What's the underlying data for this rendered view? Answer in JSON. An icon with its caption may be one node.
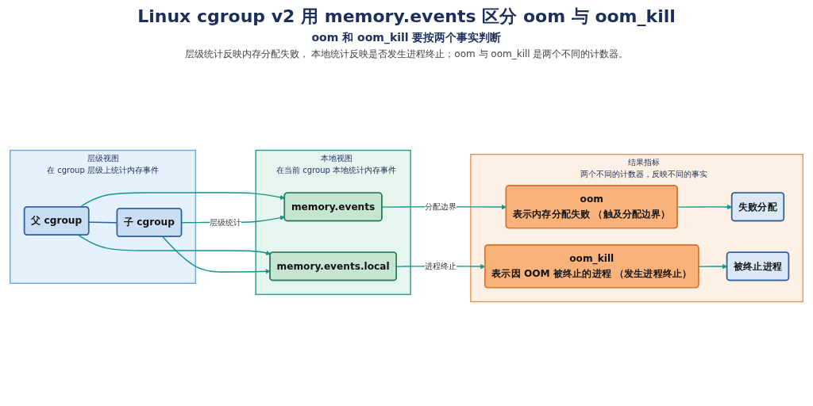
{
  "diagram": {
    "title": "Linux cgroup v2 用 memory.events 区分 oom 与 oom_kill",
    "labels": [
      "oom 和 oom_kill 要按两个事实判断",
      "层级统计反映内存分配失败， 本地统计反映是否发生进程终止；oom 与 oom_kill 是两个不同的计数器。"
    ],
    "nodes": [
      {
        "text": [
          "层级视图",
          "在 cgroup 层级上统计内存事件"
        ]
      },
      {
        "text": [
          "父 cgroup"
        ],
        "in": 0
      },
      {
        "text": [
          "子 cgroup"
        ],
        "in": 0
      },
      {
        "text": [
          "本地视图",
          "在当前 cgroup 本地统计内存事件"
        ]
      },
      {
        "text": [
          "memory.events"
        ],
        "in": 3
      },
      {
        "text": [
          "memory.events.local"
        ],
        "in": 3
      },
      {
        "text": [
          "结果指标",
          "两个不同的计数器，反映不同的事实"
        ]
      },
      {
        "text": [
          "oom",
          "表示内存分配失败 （触及分配边界）"
        ],
        "in": 6
      },
      {
        "text": [
          "失败分配"
        ],
        "in": 6
      },
      {
        "text": [
          "oom_kill",
          "表示因 OOM 被终止的进程 （发生进程终止）"
        ],
        "in": 6
      },
      {
        "text": [
          "被终止进程"
        ],
        "in": 6
      }
    ],
    "edges": [
      {
        "from": 1,
        "to": 2,
        "arrow": "none",
        "color": "#2f5f9e"
      },
      {
        "from": 1,
        "to": 4,
        "arrow": "to"
      },
      {
        "from": 1,
        "to": 5,
        "arrow": "to"
      },
      {
        "from": 2,
        "to": 4,
        "arrow": "to",
        "label": "层级统计"
      },
      {
        "from": 2,
        "to": 5,
        "arrow": "to"
      },
      {
        "from": 4,
        "to": 7,
        "arrow": "to",
        "label": "分配边界"
      },
      {
        "from": 5,
        "to": 9,
        "arrow": "to",
        "label": "进程终止"
      },
      {
        "from": 7,
        "to": 8,
        "arrow": "to"
      },
      {
        "from": 9,
        "to": 10,
        "arrow": "to"
      }
    ]
  }
}
